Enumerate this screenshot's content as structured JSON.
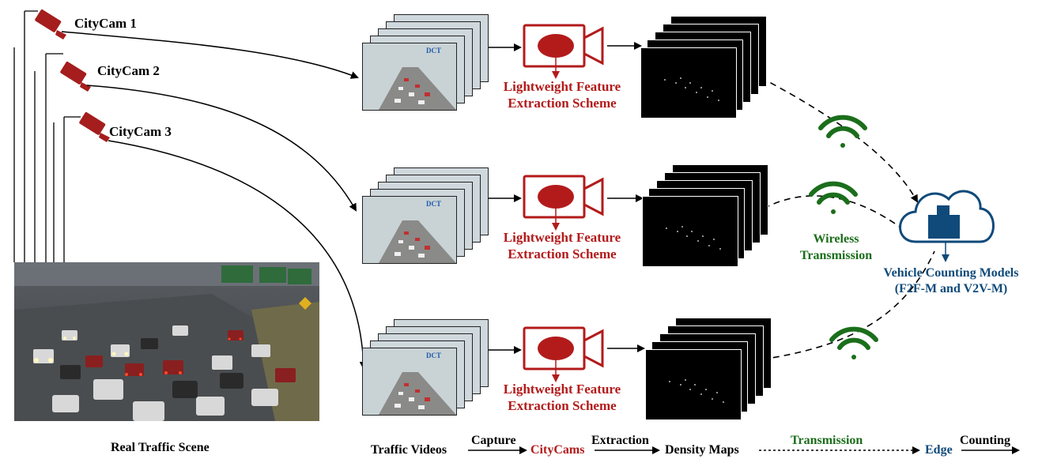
{
  "cameras": [
    {
      "label": "CityCam 1"
    },
    {
      "label": "CityCam 2"
    },
    {
      "label": "CityCam 3"
    }
  ],
  "scene_label": "Real Traffic Scene",
  "feature_label": {
    "line1": "Lightweight Feature",
    "line2": "Extraction Scheme"
  },
  "wireless_label": {
    "line1": "Wireless",
    "line2": "Transmission"
  },
  "cloud_label": {
    "line1": "Vehicle Counting Models",
    "line2": "(F2F-M and V2V-M)"
  },
  "video_overlay": {
    "sign": "DCT"
  },
  "pipeline": {
    "traffic_videos": "Traffic Videos",
    "capture": "Capture",
    "citycams": "CityCams",
    "extraction": "Extraction",
    "density_maps": "Density Maps",
    "transmission": "Transmission",
    "edge": "Edge",
    "counting": "Counting"
  },
  "colors": {
    "red": "#b31b1b",
    "green": "#1b6e1b",
    "blue": "#0f4a7a"
  }
}
